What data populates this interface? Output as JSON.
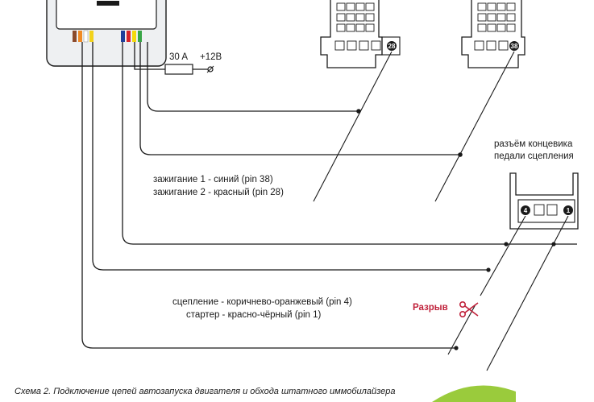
{
  "fuse": {
    "rating": "30 A",
    "supply": "+12В"
  },
  "connector_left": {
    "pin": "28"
  },
  "connector_right": {
    "pin": "38"
  },
  "clutch_connector": {
    "title_line1": "разъём концевика",
    "title_line2": "педали сцепления",
    "pin_left": "4",
    "pin_right": "1"
  },
  "ignition": {
    "line1": "зажигание 1 - синий (pin 38)",
    "line2": "зажигание 2 - красный (pin 28)"
  },
  "clutch": {
    "line1": "сцепление - коричнево-оранжевый (pin 4)",
    "line2": "стартер - красно-чёрный (pin 1)"
  },
  "break_label": "Разрыв",
  "caption": "Схема 2. Подключение цепей автозапуска двигателя и обхода штатного иммобилайзера",
  "colors": {
    "wire_brown": "#8b4a2b",
    "wire_orange": "#f08a24",
    "wire_white": "#ffffff",
    "wire_yellow": "#f2d21b",
    "wire_blue": "#1f3f9a",
    "wire_red": "#d8232a",
    "wire_yellow2": "#f5d90a",
    "wire_green": "#38a546",
    "accent_red": "#c0223b",
    "badge_green": "#9acb3c"
  },
  "icons": [
    "scissors-icon",
    "pin-marker-icon"
  ]
}
